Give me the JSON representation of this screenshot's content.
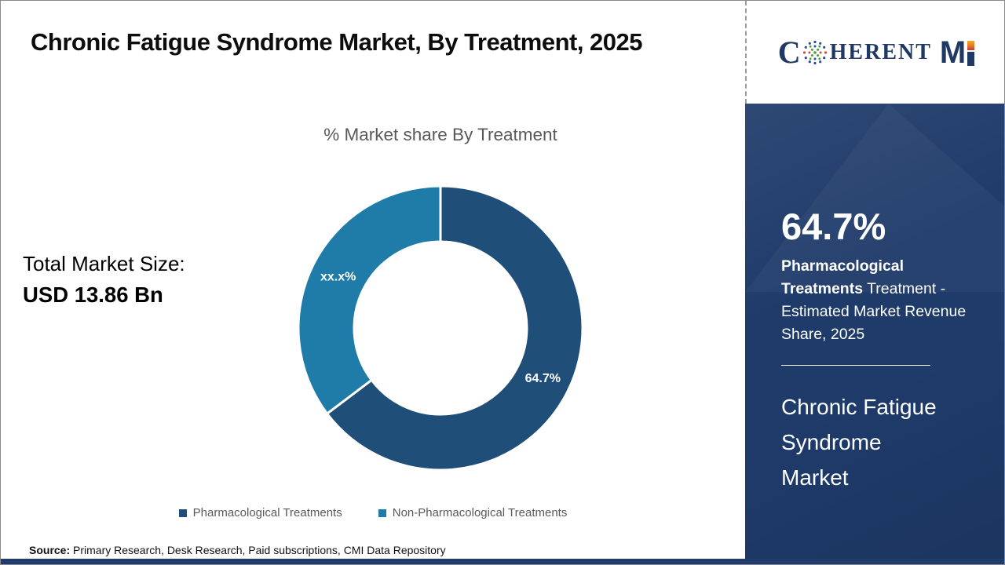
{
  "header": {
    "title": "Chronic Fatigue Syndrome Market, By Treatment, 2025",
    "logo": {
      "c": "C",
      "rest": "HERENT",
      "m": "M",
      "globe_icon": "coherent-globe-icon",
      "colors": {
        "navy": "#1F3864",
        "orange": "#E87E27",
        "red": "#C94F36",
        "green": "#44A038",
        "blue": "#2B4C9B"
      }
    }
  },
  "left_panel": {
    "total_label": "Total Market Size:",
    "total_value": "USD 13.86 Bn"
  },
  "chart_data": {
    "type": "pie",
    "subtype": "donut",
    "title": "% Market share By Treatment",
    "slices": [
      {
        "label": "Pharmacological Treatments",
        "value": 64.7,
        "data_label": "64.7%",
        "color": "#1F4E79"
      },
      {
        "label": "Non-Pharmacological Treatments",
        "value": 35.3,
        "data_label": "xx.x%",
        "color": "#1F7BA8"
      }
    ],
    "start_angle_deg": 0,
    "direction": "clockwise",
    "inner_radius_ratio": 0.61,
    "legend_position": "bottom",
    "slice_gap_color": "#FFFFFF"
  },
  "sidebar": {
    "stat_value": "64.7%",
    "stat_bold": "Pharmacological Treatments",
    "stat_rest": " Treatment - Estimated Market Revenue Share, 2025",
    "market_name": "Chronic Fatigue\nSyndrome\nMarket",
    "background_color": "#1F3B6A"
  },
  "footer": {
    "source_label": "Source:",
    "source_text": " Primary Research, Desk Research, Paid subscriptions, CMI Data Repository"
  }
}
